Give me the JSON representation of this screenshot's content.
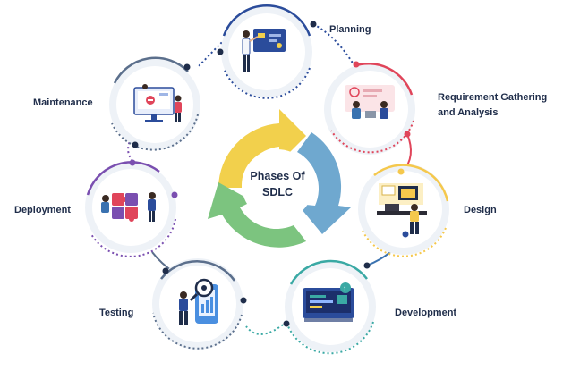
{
  "diagram": {
    "center": {
      "line1": "Phases Of",
      "line2": "SDLC"
    },
    "phases": [
      {
        "id": "planning",
        "label": "Planning",
        "color": "#2b4c9b",
        "icon": "presenter-at-board-icon"
      },
      {
        "id": "requirement",
        "label": "Requirement Gathering\nand Analysis",
        "color": "#e0455a",
        "icon": "team-analysis-icon"
      },
      {
        "id": "design",
        "label": "Design",
        "color": "#f5c84c",
        "icon": "designer-at-desk-icon"
      },
      {
        "id": "development",
        "label": "Development",
        "color": "#3aa9a4",
        "icon": "code-screen-icon"
      },
      {
        "id": "testing",
        "label": "Testing",
        "color": "#5b6f8c",
        "icon": "magnifier-inspection-icon"
      },
      {
        "id": "deployment",
        "label": "Deployment",
        "color": "#7a4fb0",
        "icon": "puzzle-assembly-icon"
      },
      {
        "id": "maintenance",
        "label": "Maintenance",
        "color": "#8a96a8",
        "icon": "monitor-repair-icon"
      }
    ],
    "arrow_colors": {
      "yellow": "#f2d04c",
      "blue": "#6fa8cf",
      "green": "#7cc47f"
    }
  }
}
